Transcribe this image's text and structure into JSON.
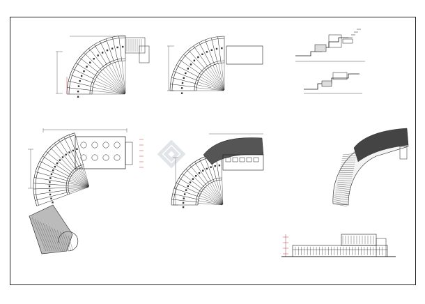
{
  "sheet": {
    "colors": {
      "line": "#1a1a1a",
      "wall": "#222222",
      "dim": "#d00000",
      "hatch": "#333333",
      "watermark": "#9aa3ad"
    }
  },
  "drawings": [
    {
      "id": "plan-top-left",
      "type": "floor-plan",
      "caption": "",
      "scale": ""
    },
    {
      "id": "plan-top-middle",
      "type": "floor-plan",
      "caption": "",
      "scale": ""
    },
    {
      "id": "section-top-right-1",
      "type": "section",
      "caption": ""
    },
    {
      "id": "section-top-right-2",
      "type": "section",
      "caption": ""
    },
    {
      "id": "plan-middle-left",
      "type": "floor-plan",
      "caption": "",
      "scale": ""
    },
    {
      "id": "plan-middle-center",
      "type": "floor-plan",
      "caption": "",
      "scale": ""
    },
    {
      "id": "roof-plan-right",
      "type": "roof-plan",
      "caption": ""
    },
    {
      "id": "elevation-bottom-right",
      "type": "elevation",
      "caption": ""
    }
  ],
  "watermark": {
    "icon": "diamond-logo-icon",
    "text": ""
  }
}
